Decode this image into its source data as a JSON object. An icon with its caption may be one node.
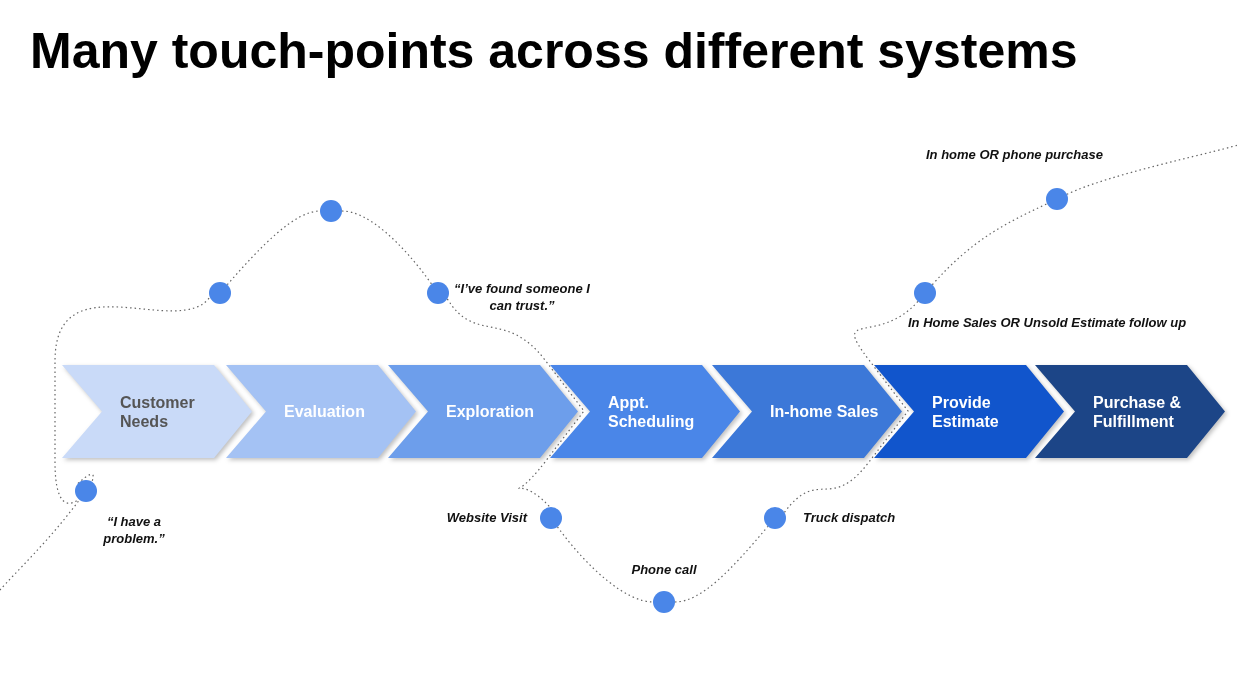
{
  "diagram": {
    "title": "Many touch-points across different systems",
    "nodes": [
      {
        "text": [
          "Customer Needs"
        ]
      },
      {
        "text": [
          "Evaluation"
        ]
      },
      {
        "text": [
          "Exploration"
        ]
      },
      {
        "text": [
          "Appt. Scheduling"
        ]
      },
      {
        "text": [
          "In-home Sales"
        ]
      },
      {
        "text": [
          "Provide Estimate"
        ]
      },
      {
        "text": [
          "Purchase & Fulfillment"
        ]
      },
      {
        "text": [],
        "shape": "circle",
        "beside": [
          "“I have a problem.”"
        ]
      },
      {
        "text": [],
        "shape": "circle"
      },
      {
        "text": [],
        "shape": "circle"
      },
      {
        "text": [],
        "shape": "circle",
        "beside": [
          "“I’ve found someone I can trust.”"
        ]
      },
      {
        "text": [],
        "shape": "circle",
        "beside": [
          "Website Visit"
        ]
      },
      {
        "text": [],
        "shape": "circle",
        "beside": [
          "Phone call"
        ]
      },
      {
        "text": [],
        "shape": "circle",
        "beside": [
          "Truck dispatch"
        ]
      },
      {
        "text": [],
        "shape": "circle",
        "beside": [
          "In Home Sales OR Unsold Estimate follow up"
        ]
      },
      {
        "text": [],
        "shape": "circle",
        "beside": [
          "In home OR phone purchase"
        ]
      }
    ],
    "edges": [
      {
        "from": null,
        "to": 7,
        "arrow": "none"
      },
      {
        "from": 7,
        "to": 8,
        "arrow": "none"
      },
      {
        "from": 8,
        "to": 9,
        "arrow": "none"
      },
      {
        "from": 9,
        "to": 10,
        "arrow": "none"
      },
      {
        "from": 10,
        "to": 11,
        "arrow": "none"
      },
      {
        "from": 11,
        "to": 12,
        "arrow": "none"
      },
      {
        "from": 12,
        "to": 13,
        "arrow": "none"
      },
      {
        "from": 13,
        "to": 14,
        "arrow": "none"
      },
      {
        "from": 14,
        "to": 15,
        "arrow": "none"
      },
      {
        "from": 15,
        "to": null,
        "arrow": "none"
      }
    ]
  }
}
